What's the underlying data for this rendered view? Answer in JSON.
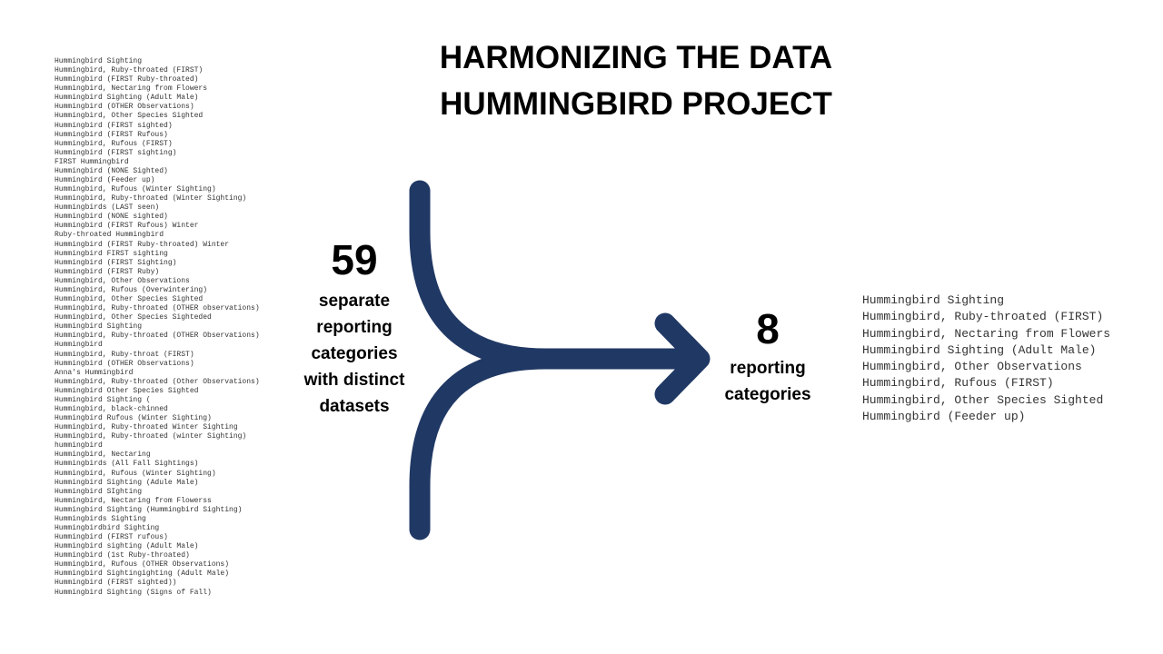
{
  "title": {
    "line1": "HARMONIZING THE DATA",
    "line2": "HUMMINGBIRD PROJECT"
  },
  "before": {
    "count": "59",
    "description": [
      "separate",
      "reporting",
      "categories",
      "with distinct",
      "datasets"
    ],
    "categories": [
      "Hummingbird Sighting",
      "Hummingbird, Ruby-throated (FIRST)",
      "Hummingbird (FIRST Ruby-throated)",
      "Hummingbird, Nectaring from Flowers",
      "Hummingbird Sighting (Adult Male)",
      "Hummingbird (OTHER Observations)",
      "Hummingbird, Other Species Sighted",
      "Hummingbird (FIRST sighted)",
      "Hummingbird (FIRST Rufous)",
      "Hummingbird, Rufous (FIRST)",
      "Hummingbird (FIRST sighting)",
      "FIRST Hummingbird",
      "Hummingbird (NONE Sighted)",
      "Hummingbird (Feeder up)",
      "Hummingbird, Rufous (Winter Sighting)",
      "Hummingbird, Ruby-throated (Winter Sighting)",
      "Hummingbirds (LAST seen)",
      "Hummingbird (NONE sighted)",
      "Hummingbird (FIRST Rufous) Winter",
      "Ruby-throated Hummingbird",
      "Hummingbird (FIRST Ruby-throated) Winter",
      "Hummingbird FIRST sighting",
      "Hummingbird (FIRST Sighting)",
      "Hummingbird (FIRST Ruby)",
      "Hummingbird, Other Observations",
      "Hummingbird, Rufous (Overwintering)",
      "Hummingbird, Other Species Sighted",
      "Hummingbird, Ruby-throated (OTHER observations)",
      "Hummingbird, Other Species Sighteded",
      "Hummingbird Sighting",
      "Hummingbird, Ruby-throated (OTHER Observations)",
      "Hummingbird",
      "Hummingbird, Ruby-throat (FIRST)",
      "Hummingbird (OTHER Observations)",
      "Anna's Hummingbird",
      "Hummingbird, Ruby-throated (Other Observations)",
      "Hummingbird Other Species Sighted",
      "Hummingbird Sighting (",
      "Hummingbird, black-chinned",
      "Hummingbird Rufous (Winter Sighting)",
      "Hummingbird, Ruby-throated Winter Sighting",
      "Hummingbird, Ruby-throated (winter Sighting)",
      "hummingbird",
      "Hummingbird, Nectaring",
      "Hummingbirds (All Fall Sightings)",
      "Hummingbird, Rufous (Winter Sighting)",
      "Hummingbird Sighting (Adule Male)",
      "Hummingbird SIghting",
      "Hummingbird, Nectaring from Flowerss",
      "Hummingbird Sighting (Hummingbird Sighting)",
      "Hummingbirds Sighting",
      "Hummingbirdbird Sighting",
      "Hummingbird (FIRST rufous)",
      "Hummingbird sighting (Adult Male)",
      "Hummingbird (1st Ruby-throated)",
      "Hummingbird, Rufous (OTHER Observations)",
      "Hummingbird Sightingighting (Adult Male)",
      "Hummingbird (FIRST sighted))",
      "Hummingbird Sighting (Signs of Fall)"
    ]
  },
  "after": {
    "count": "8",
    "description": [
      "reporting",
      "categories"
    ],
    "categories": [
      "Hummingbird Sighting",
      "Hummingbird, Ruby-throated (FIRST)",
      "Hummingbird, Nectaring from Flowers",
      "Hummingbird Sighting (Adult Male)",
      "Hummingbird, Other Observations",
      "Hummingbird, Rufous (FIRST)",
      "Hummingbird, Other Species Sighted",
      "Hummingbird (Feeder up)"
    ]
  },
  "colors": {
    "arrow": "#203864"
  }
}
